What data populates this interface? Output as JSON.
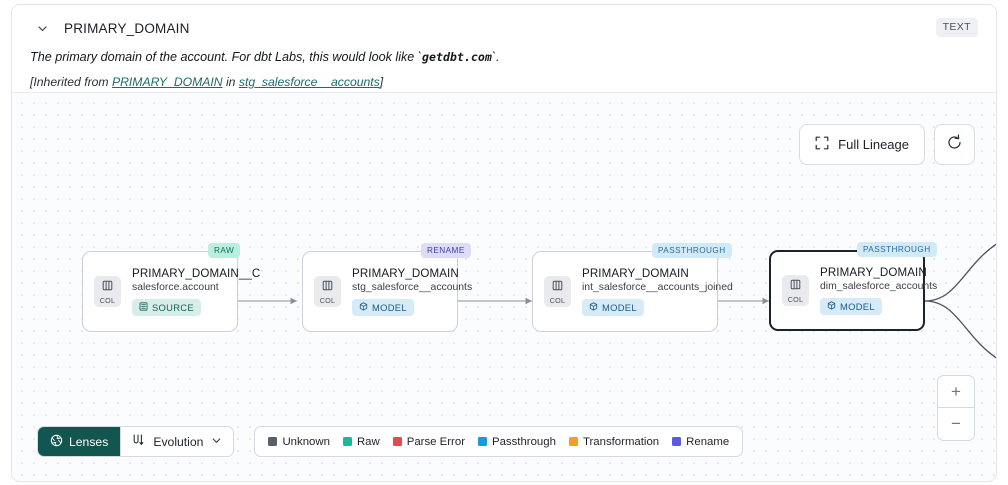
{
  "header": {
    "chevron_icon": "chevron-down-icon",
    "title": "PRIMARY_DOMAIN",
    "type_badge": "TEXT",
    "description_pre": "The primary domain of the account. For dbt Labs, this would look like `",
    "description_code": "getdbt.com",
    "description_post": "`.",
    "inherited_prefix": "[Inherited from ",
    "inherited_link": "PRIMARY_DOMAIN",
    "inherited_mid": " in ",
    "inherited_source": "stg_salesforce__accounts",
    "inherited_suffix": "]"
  },
  "controls": {
    "full_lineage_label": "Full Lineage",
    "full_lineage_icon": "expand-icon",
    "refresh_icon": "refresh-icon",
    "zoom_in_label": "+",
    "zoom_out_label": "−"
  },
  "toolbar": {
    "lenses_label": "Lenses",
    "lenses_icon": "aperture-icon",
    "evolution_label": "Evolution",
    "evolution_icon": "evolution-icon",
    "evolution_chevron": "chevron-down-icon"
  },
  "legend": {
    "items": [
      {
        "label": "Unknown",
        "color": "#5a6069"
      },
      {
        "label": "Raw",
        "color": "#13bb9b"
      },
      {
        "label": "Parse Error",
        "color": "#e5484d"
      },
      {
        "label": "Passthrough",
        "color": "#1c9ad6"
      },
      {
        "label": "Transformation",
        "color": "#f0a020"
      },
      {
        "label": "Rename",
        "color": "#5b5be0"
      }
    ]
  },
  "graph": {
    "nodes": [
      {
        "id": "n1",
        "top_badge": "RAW",
        "top_badge_style": "tb-raw",
        "chip_label": "COL",
        "chip_icon": "column-icon",
        "name": "PRIMARY_DOMAIN__C",
        "subtitle": "salesforce.account",
        "kind": "SOURCE",
        "kind_style": "source",
        "kind_icon": "database-icon",
        "selected": false
      },
      {
        "id": "n2",
        "top_badge": "RENAME",
        "top_badge_style": "tb-ren",
        "chip_label": "COL",
        "chip_icon": "column-icon",
        "name": "PRIMARY_DOMAIN",
        "subtitle": "stg_salesforce__accounts",
        "kind": "MODEL",
        "kind_style": "model",
        "kind_icon": "cube-icon",
        "selected": false
      },
      {
        "id": "n3",
        "top_badge": "PASSTHROUGH",
        "top_badge_style": "tb-pass",
        "chip_label": "COL",
        "chip_icon": "column-icon",
        "name": "PRIMARY_DOMAIN",
        "subtitle": "int_salesforce__accounts_joined",
        "kind": "MODEL",
        "kind_style": "model",
        "kind_icon": "cube-icon",
        "selected": false
      },
      {
        "id": "n4",
        "top_badge": "PASSTHROUGH",
        "top_badge_style": "tb-pass",
        "chip_label": "COL",
        "chip_icon": "column-icon",
        "name": "PRIMARY_DOMAIN",
        "subtitle": "dim_salesforce_accounts",
        "kind": "MODEL",
        "kind_style": "model",
        "kind_icon": "cube-icon",
        "selected": true
      }
    ]
  }
}
